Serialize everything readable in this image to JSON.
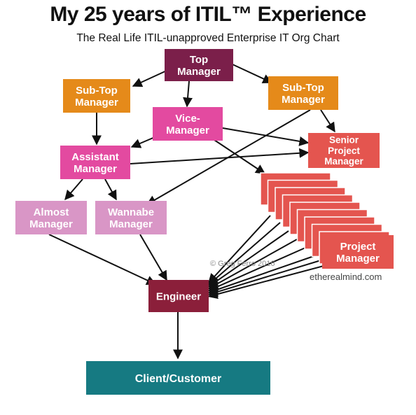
{
  "title": "My 25 years of ITIL™ Experience",
  "subtitle": "The Real Life ITIL-unapproved Enterprise IT Org Chart",
  "colors": {
    "maroon": "#7b1f4a",
    "orange": "#e58a1a",
    "magenta": "#e34aa0",
    "salmon": "#e4554f",
    "pink": "#d996c6",
    "engineer": "#8b1f3a",
    "teal": "#167a82",
    "arrow": "#111111"
  },
  "nodes": {
    "top_manager": [
      "Top",
      "Manager"
    ],
    "sub_top_left": [
      "Sub-Top",
      "Manager"
    ],
    "sub_top_right": [
      "Sub-Top",
      "Manager"
    ],
    "vice_manager": [
      "Vice-",
      "Manager"
    ],
    "assistant_manager": [
      "Assistant",
      "Manager"
    ],
    "senior_pm": [
      "Senior",
      "Project",
      "Manager"
    ],
    "almost_manager": [
      "Almost",
      "Manager"
    ],
    "wannabe_manager": [
      "Wannabe",
      "Manager"
    ],
    "project_manager": [
      "Project",
      "Manager"
    ],
    "engineer": [
      "Engineer"
    ],
    "client": [
      "Client/Customer"
    ]
  },
  "copyright": "© Greg Ferro 2016",
  "website": "etherealmind.com"
}
